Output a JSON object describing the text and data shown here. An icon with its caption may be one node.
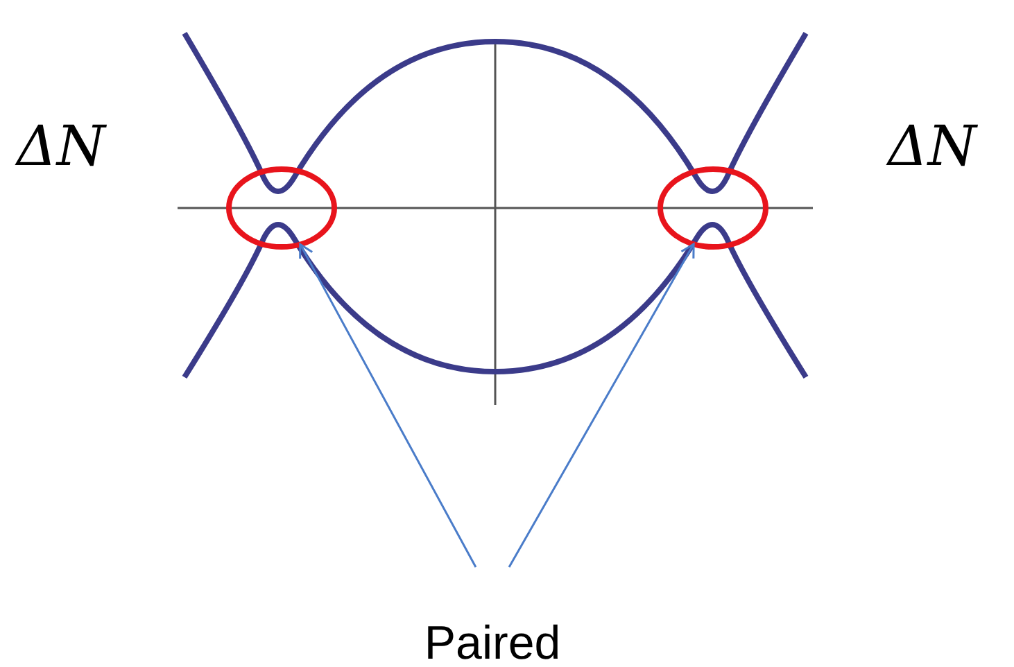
{
  "diagram": {
    "nodes": [
      {
        "text": [],
        "shape": "circle"
      },
      {
        "text": [],
        "shape": "circle"
      },
      {
        "text": [
          "Paired"
        ]
      }
    ],
    "edges": [
      {
        "from": 2,
        "to": 0,
        "arrow": "to"
      },
      {
        "from": 2,
        "to": 1,
        "arrow": "to"
      }
    ],
    "labels": [
      "ΔN",
      "ΔN"
    ]
  }
}
